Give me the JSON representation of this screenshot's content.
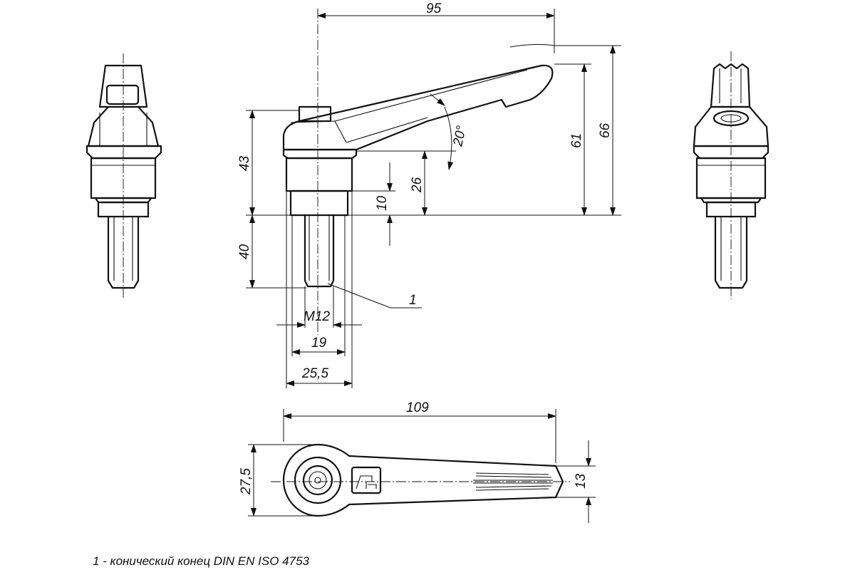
{
  "dimensions": {
    "d95": "95",
    "d43": "43",
    "d40": "40",
    "d10": "10",
    "d26": "26",
    "d61": "61",
    "d66": "66",
    "angle": "20°",
    "thread": "M12",
    "d19": "19",
    "d25_5": "25,5",
    "d109": "109",
    "d27_5": "27,5",
    "d13": "13",
    "callout": "1"
  },
  "caption": "1 - конический конец DIN EN ISO 4753"
}
